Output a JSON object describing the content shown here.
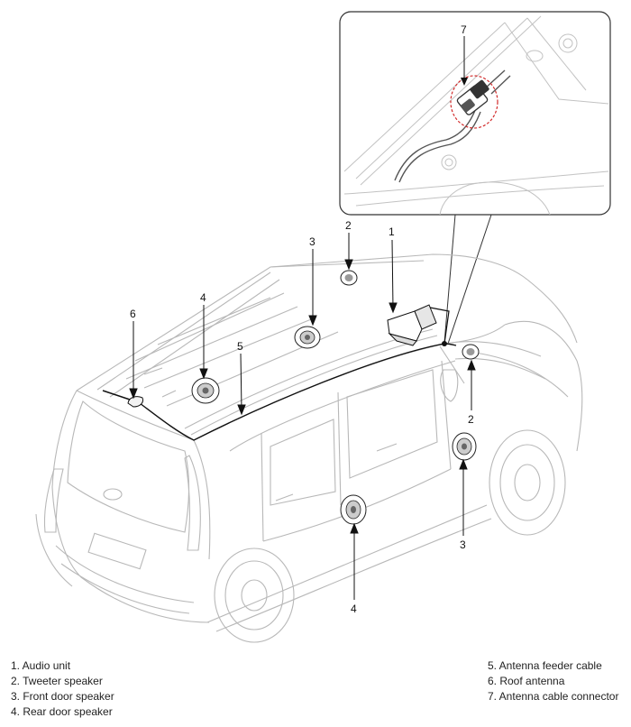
{
  "callouts": {
    "audio_unit": "1",
    "tweeter_left": "2",
    "tweeter_right": "2",
    "front_door_left": "3",
    "front_door_right": "3",
    "rear_door_top": "4",
    "rear_door_bottom": "4",
    "feeder_cable": "5",
    "roof_antenna": "6",
    "cable_connector": "7"
  },
  "legend": {
    "left": [
      "1. Audio unit",
      "2. Tweeter speaker",
      "3. Front door speaker",
      "4. Rear door speaker"
    ],
    "right": [
      "5. Antenna feeder cable",
      "6. Roof antenna",
      "7. Antenna cable connector"
    ]
  },
  "colors": {
    "outline": "#b8b8b8",
    "ink": "#111111",
    "highlight_circle": "#d22b2b"
  }
}
